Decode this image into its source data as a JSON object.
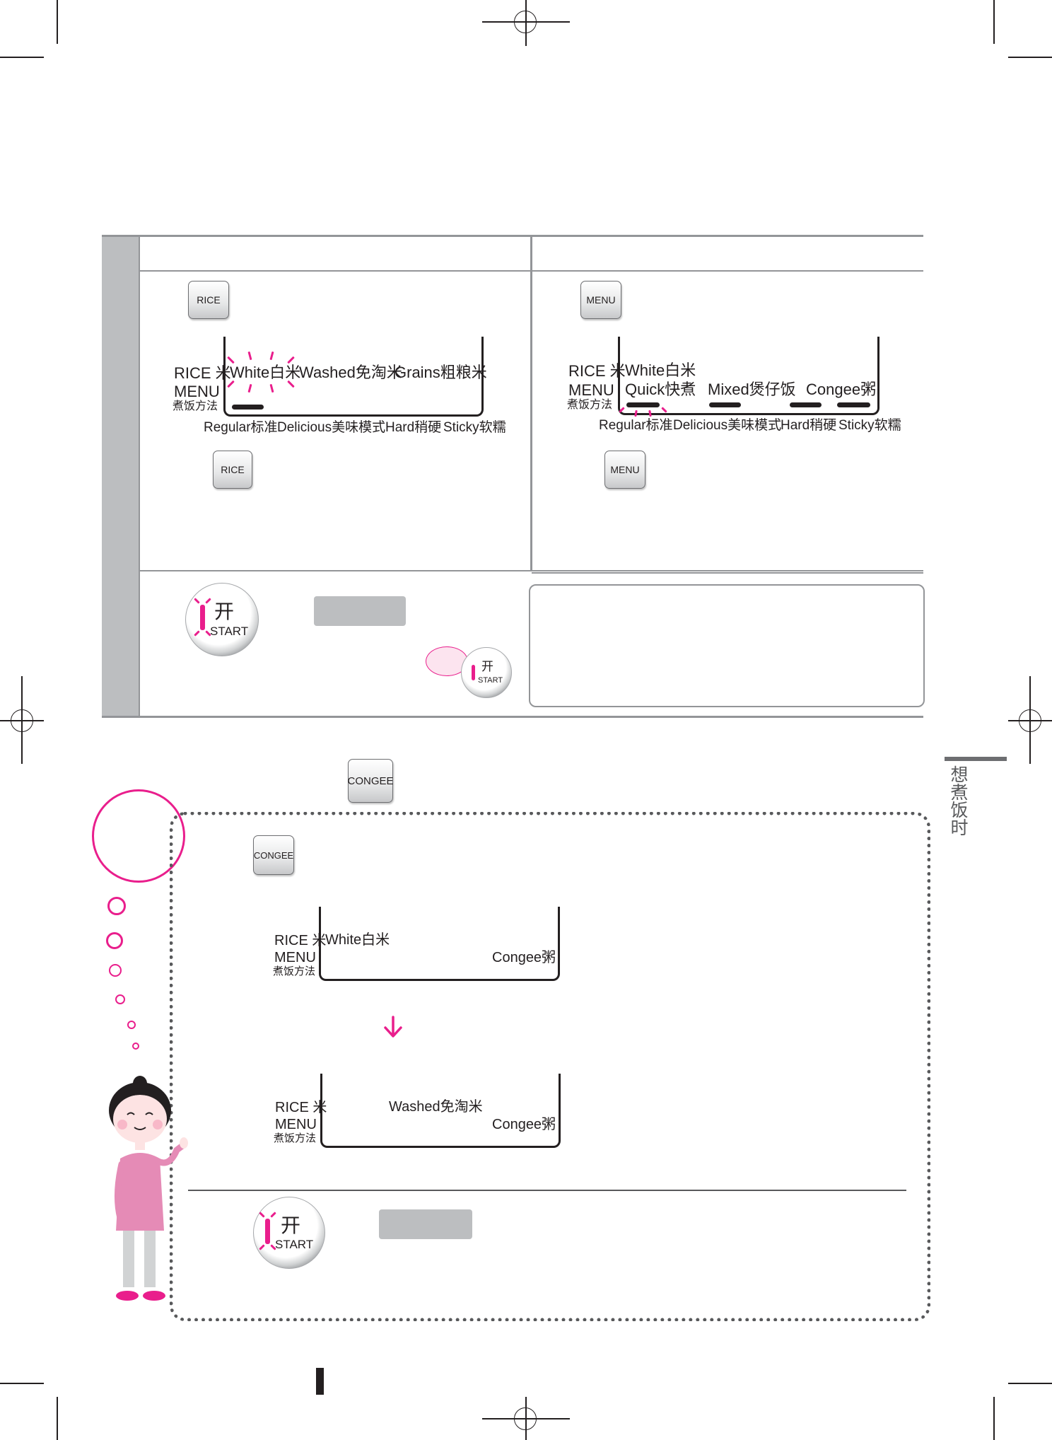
{
  "buttons": {
    "rice": "RICE",
    "menu": "MENU",
    "congee": "CONGEE",
    "start_cn": "开",
    "start_en": "START"
  },
  "display": {
    "rice_cn": "RICE 米",
    "menu_en": "MENU",
    "cook_cn": "煮饭方法"
  },
  "left_panel": {
    "rice_types": [
      "White白米",
      "Washed免淘米",
      "Grains粗粮米"
    ],
    "methods": [
      "Regular标准",
      "Delicious美味模式",
      "Hard稍硬",
      "Sticky软糯"
    ]
  },
  "right_panel": {
    "rice_type": "White白米",
    "menus": [
      "Quick快煮",
      "Mixed煲仔饭",
      "Congee粥"
    ],
    "methods": [
      "Regular标准",
      "Delicious美味模式",
      "Hard稍硬",
      "Sticky软糯"
    ]
  },
  "congee_section": {
    "display1": {
      "rice_type": "White白米",
      "menu": "Congee粥"
    },
    "display2": {
      "rice_type": "Washed免淘米",
      "menu": "Congee粥"
    }
  },
  "side_tab": {
    "text": "想煮饭时"
  },
  "colors": {
    "accent": "#e91e8c",
    "panel_gray": "#bcbec0",
    "ink": "#231f20"
  }
}
